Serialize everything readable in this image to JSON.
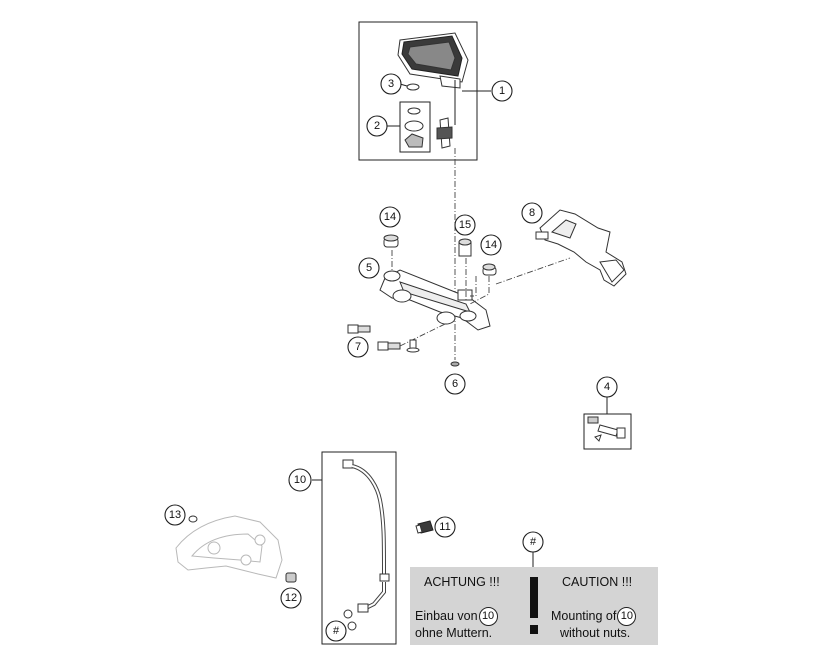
{
  "callouts": {
    "c1": "1",
    "c2": "2",
    "c3": "3",
    "c4": "4",
    "c5": "5",
    "c6": "6",
    "c7": "7",
    "c8": "8",
    "c10": "10",
    "c11": "11",
    "c12": "12",
    "c13": "13",
    "c14a": "14",
    "c14b": "14",
    "c15": "15",
    "hash_top": "#",
    "hash_bottom": "#"
  },
  "warning": {
    "de_title": "ACHTUNG !!!",
    "en_title": "CAUTION !!!",
    "de_line1": "Einbau von",
    "de_ref": "10",
    "de_line2": "ohne Muttern.",
    "en_line1": "Mounting of",
    "en_ref": "10",
    "en_line2": "without nuts."
  },
  "colors": {
    "warning_background": "#d4d4d4",
    "line": "#222222",
    "background": "#ffffff"
  },
  "icons": {
    "warning_mark": "exclamation-mark-icon"
  }
}
